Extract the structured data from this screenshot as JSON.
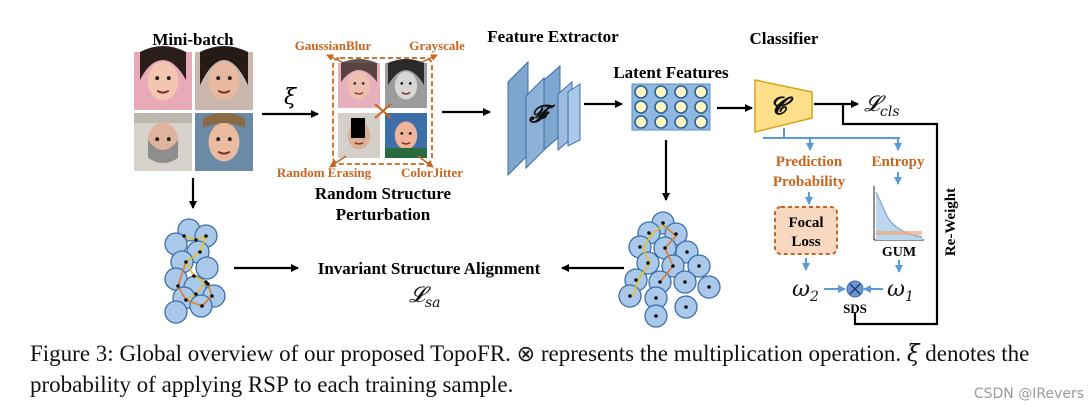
{
  "labels": {
    "mini_batch": "Mini-batch",
    "xi": "ξ",
    "gaussian_blur": "GaussianBlur",
    "grayscale": "Grayscale",
    "random_erasing": "Random Erasing",
    "color_jitter": "ColorJitter",
    "rsp_line1": "Random Structure",
    "rsp_line2": "Perturbation",
    "feature_extractor": "Feature Extractor",
    "extractor_symbol": "𝓕",
    "latent_features": "Latent Features",
    "classifier": "Classifier",
    "classifier_symbol": "𝓒",
    "loss_cls_main": "𝓛",
    "loss_cls_sub": "cls",
    "prediction_line1": "Prediction",
    "prediction_line2": "Probability",
    "entropy": "Entropy",
    "focal_line1": "Focal",
    "focal_line2": "Loss",
    "gum": "GUM",
    "reweight": "Re-Weight",
    "omega2_main": "ω",
    "omega2_sub": "2",
    "omega1_main": "ω",
    "omega1_sub": "1",
    "sds": "SDS",
    "alignment": "Invariant Structure Alignment",
    "loss_sa_main": "𝓛",
    "loss_sa_sub": "sa"
  },
  "caption": {
    "part1": "Figure 3: Global overview of our proposed TopoFR. ",
    "otimes": "⊗",
    "part2": " represents the multiplication operation. ",
    "xi": "ξ",
    "part3": " denotes the probability of applying RSP to each training sample."
  },
  "watermark": "CSDN @IRevers",
  "colors": {
    "orange": "#c8641e",
    "blue_arrow": "#5b9bd5",
    "node_fill": "#a9c8ea",
    "node_stroke": "#3d6fa8",
    "classifier_fill": "#ffe08a",
    "classifier_stroke": "#d9a21b",
    "focal_fill": "#f8d8c0"
  },
  "icons": {
    "face": "face-photo-icon",
    "cross": "x-mark-icon",
    "multiply": "circled-times-icon"
  }
}
